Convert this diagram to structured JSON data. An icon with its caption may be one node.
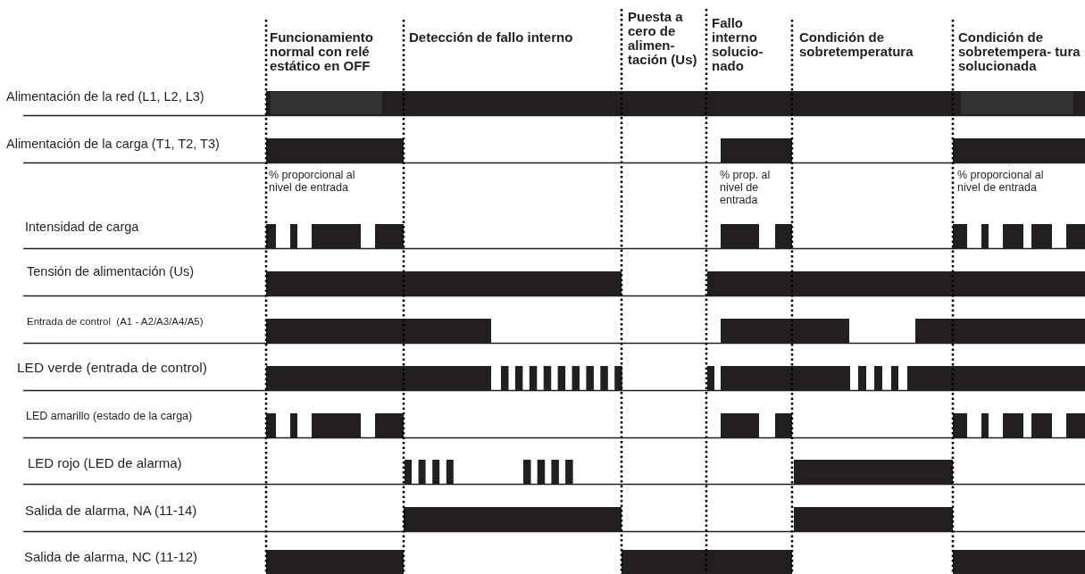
{
  "diagram": {
    "labels": [
      "Funcionamiento normal con relé estático en OFF",
      "Detección de fallo interno",
      "Puesta a cero de alimen- tación (Us)",
      "Fallo interno solucio- nado",
      "Condición de sobretemperatura",
      "Condición de sobretempera- tura solucionada",
      "Alimentación de la red (L1, L2, L3)",
      "Alimentación de la carga (T1, T2, T3)",
      "% proporcional al nivel de entrada",
      "% prop. al nivel de entrada",
      "% proporcional al nivel de entrada",
      "Intensidad de carga",
      "Tensión de alimentación (Us)",
      "Entrada de control  (A1 - A2/A3/A4/A5)",
      "LED verde (entrada de control)",
      "LED amarillo (estado de la carga)",
      "LED rojo (LED de alarma)",
      "Salida de alarma, NA (11-14)",
      "Salida de alarma, NC (11-12)"
    ]
  }
}
